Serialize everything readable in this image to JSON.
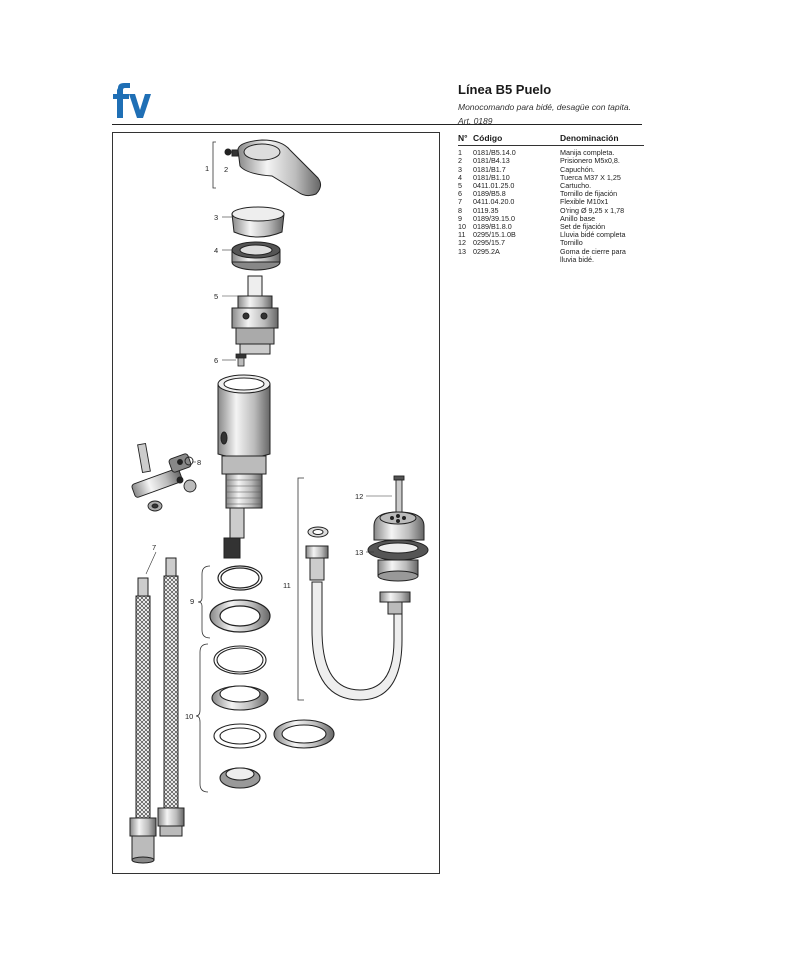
{
  "header": {
    "title": "Línea B5 Puelo",
    "subtitle": "Monocomando para bidé, desagüe con tapita.",
    "article": "Art. 0189"
  },
  "logo": {
    "icon": "fv-logo",
    "color": "#1f6fb5"
  },
  "table": {
    "columns": [
      "N°",
      "Código",
      "Denominación"
    ],
    "rows": [
      {
        "n": "1",
        "code": "0181/B5.14.0",
        "desc": "Manija completa."
      },
      {
        "n": "2",
        "code": "0181/B4.13",
        "desc": "Prisionero M5x0,8."
      },
      {
        "n": "3",
        "code": "0181/B1.7",
        "desc": "Capuchón."
      },
      {
        "n": "4",
        "code": "0181/B1.10",
        "desc": "Tuerca M37 X 1,25"
      },
      {
        "n": "5",
        "code": "0411.01.25.0",
        "desc": "Cartucho."
      },
      {
        "n": "6",
        "code": "0189/B5.8",
        "desc": "Tornillo de fijación"
      },
      {
        "n": "7",
        "code": "0411.04.20.0",
        "desc": "Flexible M10x1"
      },
      {
        "n": "8",
        "code": "0119.35",
        "desc": "O'ring Ø 9,25 x 1,78"
      },
      {
        "n": "9",
        "code": "0189/39.15.0",
        "desc": "Anillo base"
      },
      {
        "n": "10",
        "code": "0189/B1.8.0",
        "desc": "Set de fijación"
      },
      {
        "n": "11",
        "code": "0295/15.1.0B",
        "desc": "Lluvia bidé completa"
      },
      {
        "n": "12",
        "code": "0295/15.7",
        "desc": "Tornillo"
      },
      {
        "n": "13",
        "code": "0295.2A",
        "desc": "Goma de cierre para lluvia bidé."
      }
    ]
  },
  "callouts": [
    "1",
    "2",
    "3",
    "4",
    "5",
    "6",
    "7",
    "8",
    "9",
    "10",
    "11",
    "12",
    "13"
  ]
}
